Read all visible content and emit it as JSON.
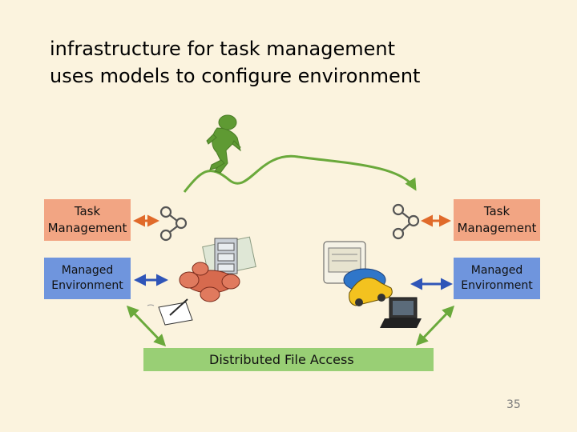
{
  "slide": {
    "title_lines": [
      "infrastructure for task management",
      "uses models to configure environment"
    ],
    "left": {
      "task_management": "Task Management",
      "managed_environment": "Managed Environment"
    },
    "right": {
      "task_management": "Task Management",
      "managed_environment": "Managed Environment"
    },
    "distributed_file_access": "Distributed File Access",
    "page_number": "35"
  },
  "colors": {
    "background": "#fbf3de",
    "task_management_box": "#f2a583",
    "managed_environment_box": "#6f95dd",
    "file_access_box": "#99cf75",
    "arrow_orange": "#e06a2a",
    "arrow_blue": "#2f55b8",
    "arrow_green": "#6aa93b",
    "figure_green": "#5f9a33"
  },
  "icons": {
    "walking_person": "walking-person-icon",
    "model_connector": "connector-node-icon",
    "desk_scene": "desk-scene-icon",
    "office_devices": "office-devices-icon"
  }
}
